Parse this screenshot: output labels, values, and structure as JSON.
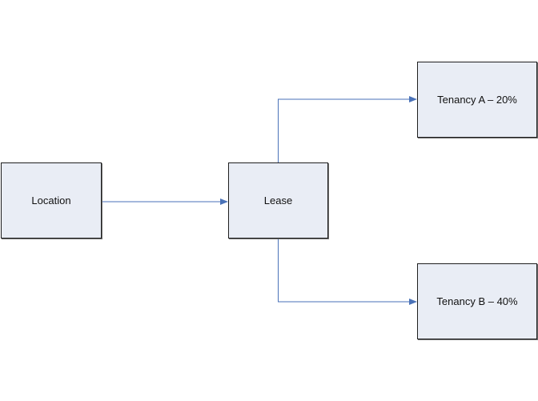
{
  "diagram": {
    "nodes": {
      "location": "Location",
      "lease": "Lease",
      "tenancy_a": "Tenancy A – 20%",
      "tenancy_b": "Tenancy B – 40%"
    },
    "edges": [
      {
        "from": "location",
        "to": "lease"
      },
      {
        "from": "lease",
        "to": "tenancy_a"
      },
      {
        "from": "lease",
        "to": "tenancy_b"
      }
    ],
    "colors": {
      "node_fill": "#e9edf5",
      "node_border": "#1f1f1f",
      "connector": "#4a72b8"
    }
  }
}
